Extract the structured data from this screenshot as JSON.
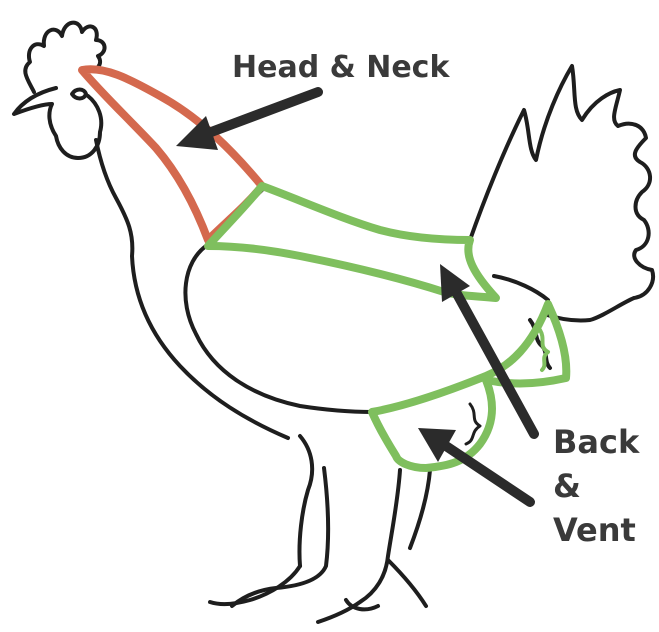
{
  "labels": {
    "head_neck": "Head & Neck",
    "back_vent": [
      "Back",
      "&",
      "Vent"
    ]
  },
  "regions": [
    {
      "name": "head-neck-region",
      "color": "#d4694e"
    },
    {
      "name": "back-region",
      "color": "#7fbf5e"
    },
    {
      "name": "vent-region",
      "color": "#7fbf5e"
    }
  ],
  "colors": {
    "outline": "#1e1e1e",
    "arrow": "#2b2b2b",
    "text": "#3a3a3a",
    "head_neck": "#d4694e",
    "back_vent": "#7fbf5e"
  },
  "icons": [
    "chicken-outline-icon",
    "arrow-head-neck-icon",
    "arrow-back-icon",
    "arrow-vent-icon"
  ]
}
